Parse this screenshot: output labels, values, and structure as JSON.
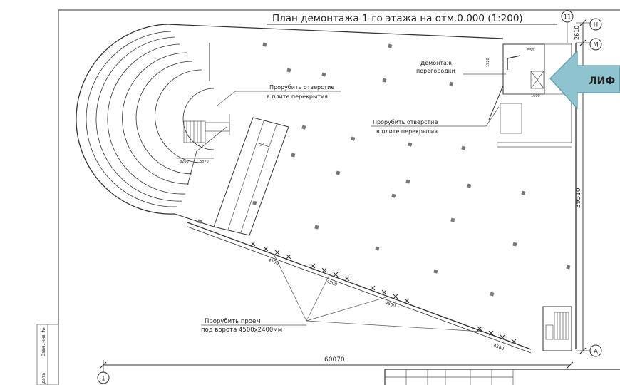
{
  "title": "План демонтажа 1-го этажа на отм.0.000 (1:200)",
  "labels": {
    "partition_demo": [
      "Демонтаж",
      "перегородки"
    ],
    "slab_hole_1": [
      "Прорубить отверстие",
      "в плите перекрытия"
    ],
    "slab_hole_2": [
      "Прорубить отверстие",
      "в плите перекрытия"
    ],
    "gate_opening": [
      "Прорубить проем",
      "под ворота 4500х2400мм"
    ]
  },
  "dimensions": {
    "width": "60070",
    "height": "39510",
    "top_right": "2610",
    "small_1": "4500",
    "small_2": "4500",
    "small_3": "4500",
    "small_4": "4500",
    "elev_1": "1600",
    "elev_2": "550",
    "elev_3": "1920",
    "stair_1": "3200",
    "stair_2": "3870"
  },
  "axes": {
    "axis_11": "11",
    "axis_H": "Н",
    "axis_M": "М",
    "axis_A": "А",
    "axis_1": "1"
  },
  "arrow_label": "ЛИФ",
  "stamp_text": "Взам. инв. №",
  "stamp_text_2": "дата",
  "colors": {
    "arrow_fill": "#8fc3cf",
    "line": "#333333"
  }
}
